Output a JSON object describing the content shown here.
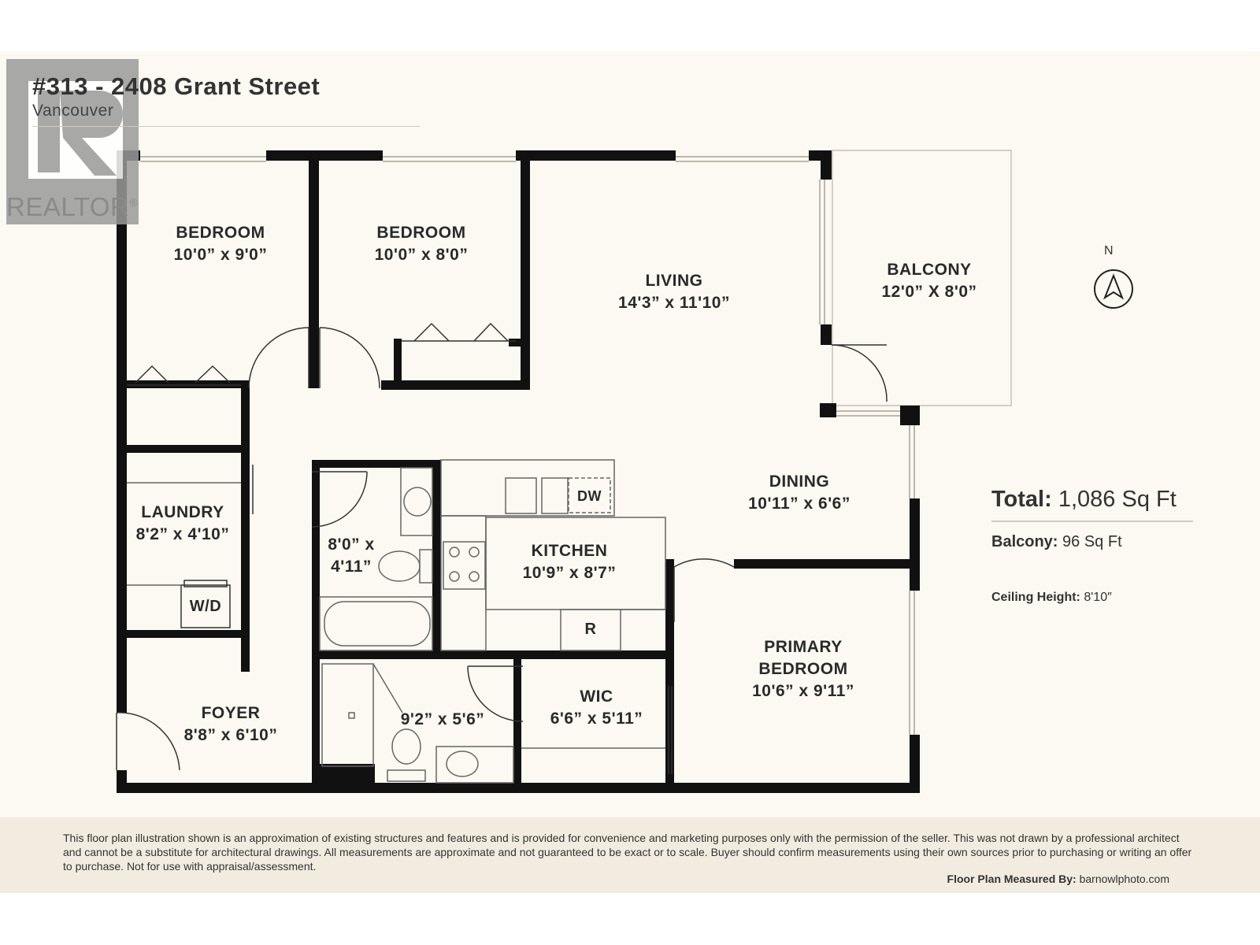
{
  "header": {
    "title": "#313 - 2408 Grant Street",
    "subtitle": "Vancouver"
  },
  "watermark": {
    "logo_text": "REALTOR",
    "registered": "®"
  },
  "rooms": [
    {
      "name": "BEDROOM",
      "size": "10'0” x 9'0”"
    },
    {
      "name": "BEDROOM",
      "size": "10'0” x 8'0”"
    },
    {
      "name": "LIVING",
      "size": "14'3” x 11'10”"
    },
    {
      "name": "BALCONY",
      "size": "12'0” X 8'0”"
    },
    {
      "name": "LAUNDRY",
      "size": "8'2” x 4'10”"
    },
    {
      "name": "",
      "size_line1": "8'0” x",
      "size_line2": "4'11”"
    },
    {
      "name": "KITCHEN",
      "size": "10'9” x 8'7”"
    },
    {
      "name": "DINING",
      "size": "10'11” x 6'6”"
    },
    {
      "name_line1": "PRIMARY",
      "name_line2": "BEDROOM",
      "size": "10'6” x 9'11”"
    },
    {
      "name": "FOYER",
      "size": "8'8” x 6'10”"
    },
    {
      "name": "",
      "size": "9'2” x 5'6”"
    },
    {
      "name": "WIC",
      "size": "6'6” x 5'11”"
    }
  ],
  "fixtures": {
    "washer_dryer": "W/D",
    "dishwasher": "DW",
    "fridge": "R"
  },
  "compass": {
    "label": "N"
  },
  "summary": {
    "total_label": "Total:",
    "total_value": "1,086 Sq Ft",
    "balcony_label": "Balcony:",
    "balcony_value": "96 Sq Ft",
    "ceiling_label": "Ceiling Height:",
    "ceiling_value": "8'10″"
  },
  "footer": {
    "disclaimer": "This floor plan illustration shown is an approximation of existing structures and features and is provided for convenience and marketing purposes only with the permission of the seller. This was not drawn by a professional architect and cannot be a substitute for architectural drawings. All measurements are approximate and not guaranteed to be exact or to scale. Buyer should confirm measurements using their own sources prior to purchasing or writing an offer to purchase. Not for use with appraisal/assessment.",
    "credit_label": "Floor Plan Measured By:",
    "credit_value": "barnowlphoto.com"
  },
  "colors": {
    "background": "#fbf9f1",
    "wall": "#111111",
    "footer": "#f1ecdf",
    "watermark": "#8a8a8a"
  }
}
